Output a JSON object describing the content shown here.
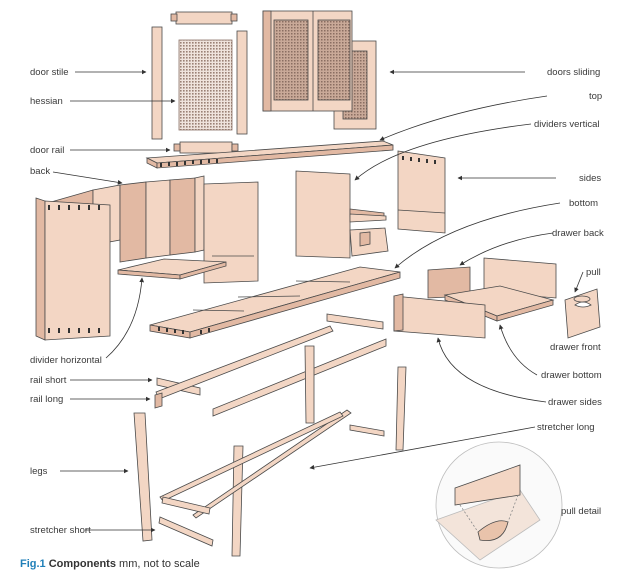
{
  "labels": {
    "door_stile": "door stile",
    "hessian": "hessian",
    "door_rail": "door rail",
    "back": "back",
    "divider_horizontal": "divider horizontal",
    "rail_short": "rail short",
    "rail_long": "rail long",
    "legs": "legs",
    "stretcher_short": "stretcher short",
    "doors_sliding": "doors sliding",
    "top": "top",
    "dividers_vertical": "dividers vertical",
    "sides": "sides",
    "bottom": "bottom",
    "drawer_back": "drawer back",
    "pull": "pull",
    "drawer_front": "drawer front",
    "drawer_bottom": "drawer bottom",
    "drawer_sides": "drawer sides",
    "stretcher_long": "stretcher long",
    "pull_detail": "pull detail"
  },
  "caption": {
    "fig": "Fig.1",
    "title": "Components",
    "note": "mm, not to scale"
  },
  "colors": {
    "wood": "#f3d6c4",
    "wood_dark": "#e2b9a3",
    "edge": "#4a4a4a",
    "leader": "#333333",
    "accent": "#1f7fb8",
    "hessian": "#a58a7c"
  }
}
